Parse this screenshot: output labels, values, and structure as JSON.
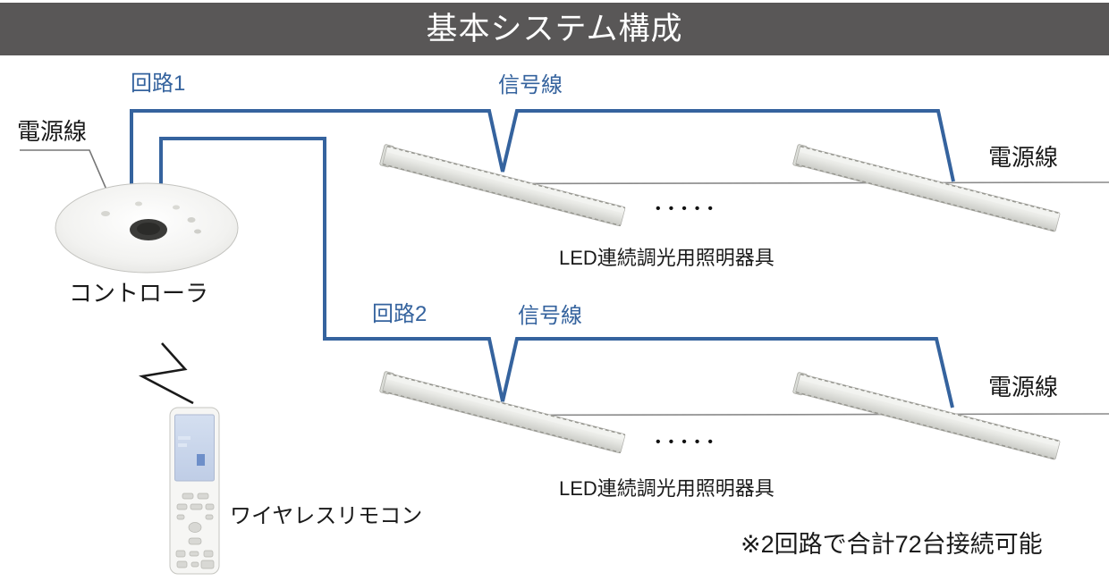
{
  "title": {
    "text": "基本システム構成"
  },
  "colors": {
    "accent_blue": "#35639E",
    "title_bg": "#595757",
    "title_text": "#FFFFFF",
    "line_gray": "#8A8A8A",
    "text_black": "#1A1A1A"
  },
  "diagram": {
    "power_line_left": "電源線",
    "circuit1_label": "回路1",
    "signal_line1_label": "信号線",
    "power_line_right1": "電源線",
    "controller_label": "コントローラ",
    "fixtures_row1_label": "LED連続調光用照明器具",
    "ellipsis_row1": "•••••",
    "circuit2_label": "回路2",
    "signal_line2_label": "信号線",
    "power_line_right2": "電源線",
    "fixtures_row2_label": "LED連続調光用照明器具",
    "ellipsis_row2": "•••••",
    "remote_label": "ワイヤレスリモコン",
    "note": "※2回路で合計72台接続可能"
  }
}
